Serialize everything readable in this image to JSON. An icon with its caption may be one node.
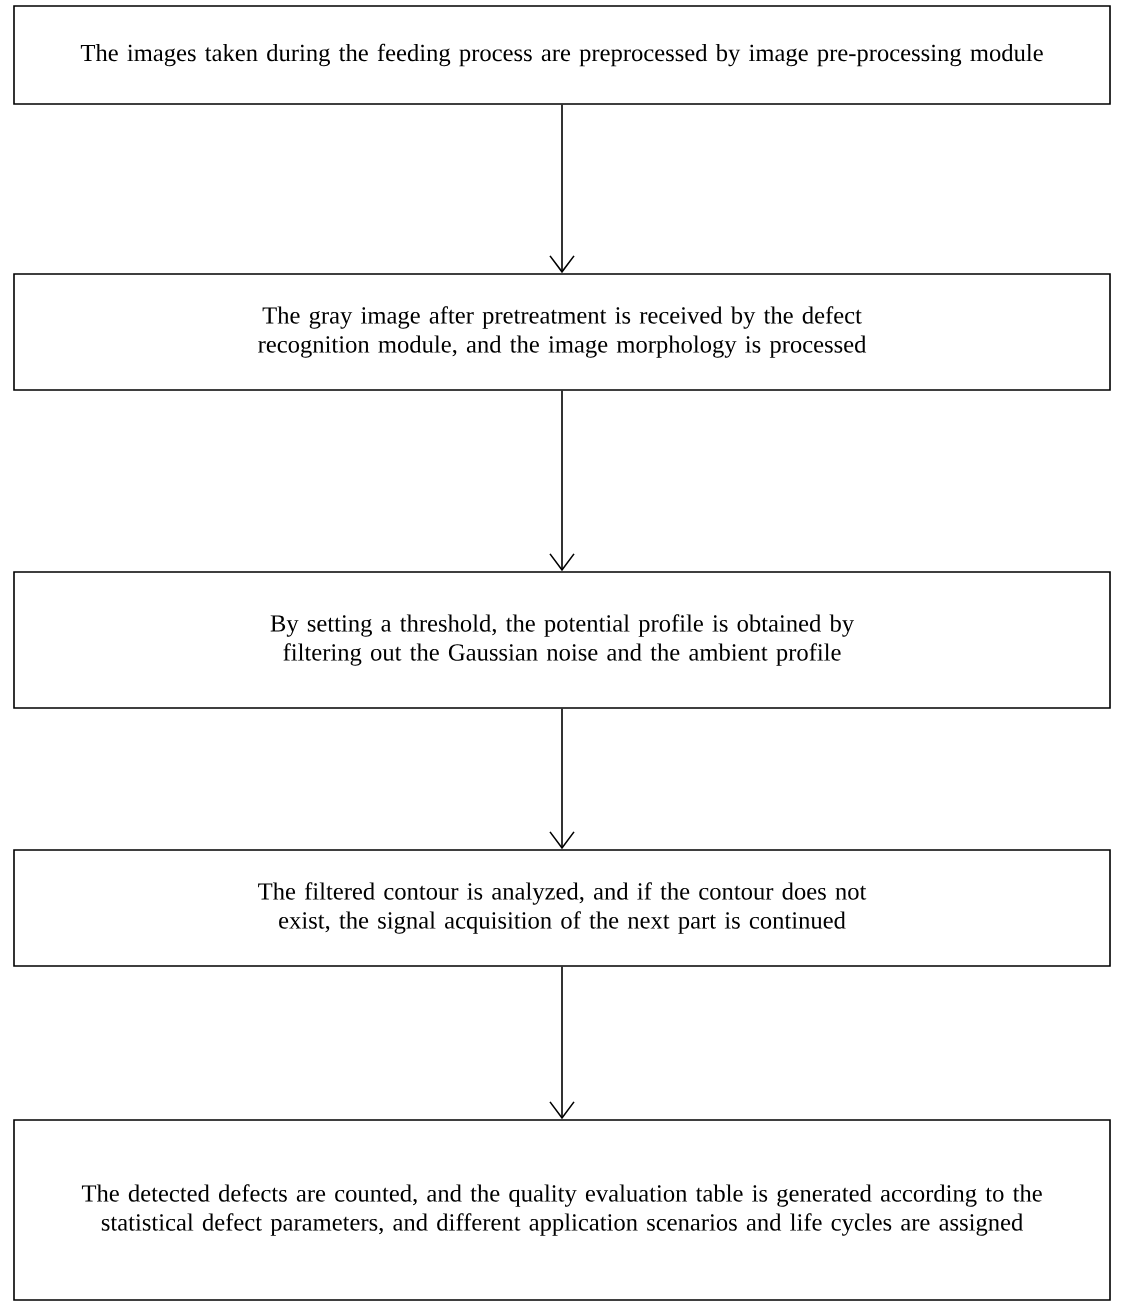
{
  "diagram": {
    "nodes": [
      {
        "text": [
          "The images taken during the feeding process are preprocessed by image pre-processing module"
        ]
      },
      {
        "text": [
          "The gray image after pretreatment is received by the defect recognition module, and the image morphology is processed"
        ]
      },
      {
        "text": [
          "By setting a threshold, the potential profile is obtained by filtering out the Gaussian noise and the ambient profile"
        ]
      },
      {
        "text": [
          "The filtered contour is analyzed, and if the contour does not exist, the signal acquisition of the next part is continued"
        ]
      },
      {
        "text": [
          "The detected defects are counted, and the quality evaluation table is generated according to the statistical defect parameters, and different application scenarios and life cycles are assigned"
        ]
      }
    ],
    "edges": [
      {
        "from": 0,
        "to": 1,
        "arrow": "to"
      },
      {
        "from": 1,
        "to": 2,
        "arrow": "to"
      },
      {
        "from": 2,
        "to": 3,
        "arrow": "to"
      },
      {
        "from": 3,
        "to": 4,
        "arrow": "to"
      }
    ]
  }
}
